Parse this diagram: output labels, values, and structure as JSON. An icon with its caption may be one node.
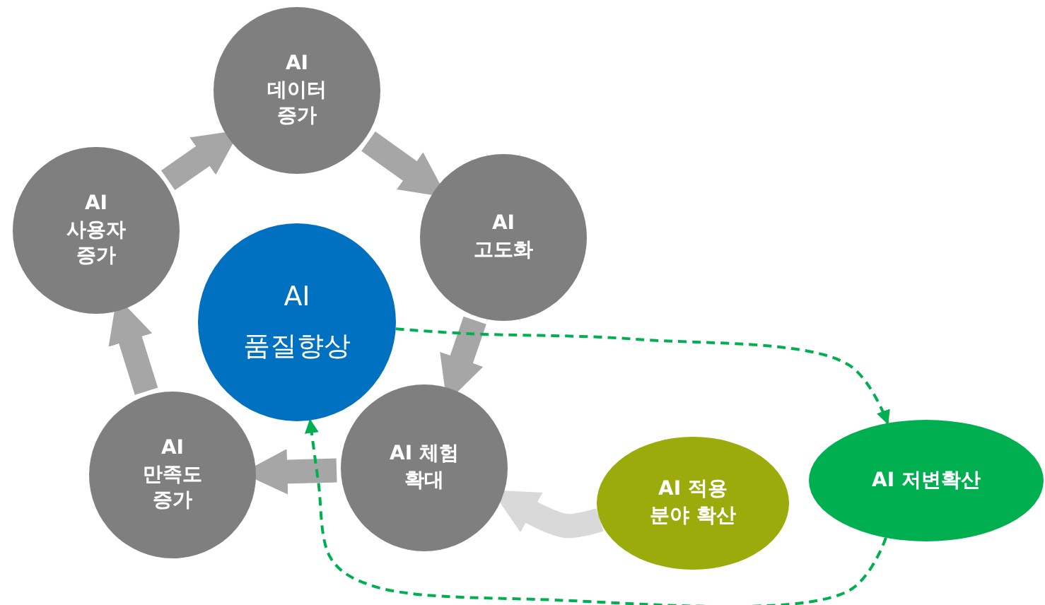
{
  "diagram": {
    "nodes": [
      {
        "text": [
          "AI 데이터 증가"
        ]
      },
      {
        "text": [
          "AI 고도화"
        ]
      },
      {
        "text": [
          "AI 체험 확대"
        ]
      },
      {
        "text": [
          "AI 만족도 증가"
        ]
      },
      {
        "text": [
          "AI 사용자 증가"
        ]
      },
      {
        "text": [
          "AI",
          "품질향상"
        ]
      },
      {
        "text": [
          "AI 적용 분야 확산"
        ]
      },
      {
        "text": [
          "AI 저변확산"
        ]
      }
    ],
    "edges": [
      {
        "from": 4,
        "to": 0,
        "arrow": "to"
      },
      {
        "from": 0,
        "to": 1,
        "arrow": "to"
      },
      {
        "from": 1,
        "to": 2,
        "arrow": "to"
      },
      {
        "from": 2,
        "to": 3,
        "arrow": "to"
      },
      {
        "from": 3,
        "to": 4,
        "arrow": "to"
      },
      {
        "from": 5,
        "to": 7,
        "arrow": "to",
        "style": "dashed",
        "color": "#00b050"
      },
      {
        "from": 7,
        "to": 5,
        "arrow": "to",
        "style": "dashed",
        "color": "#00b050"
      },
      {
        "from": 6,
        "to": 2,
        "arrow": "to",
        "color": "#d9d9d9"
      }
    ]
  }
}
